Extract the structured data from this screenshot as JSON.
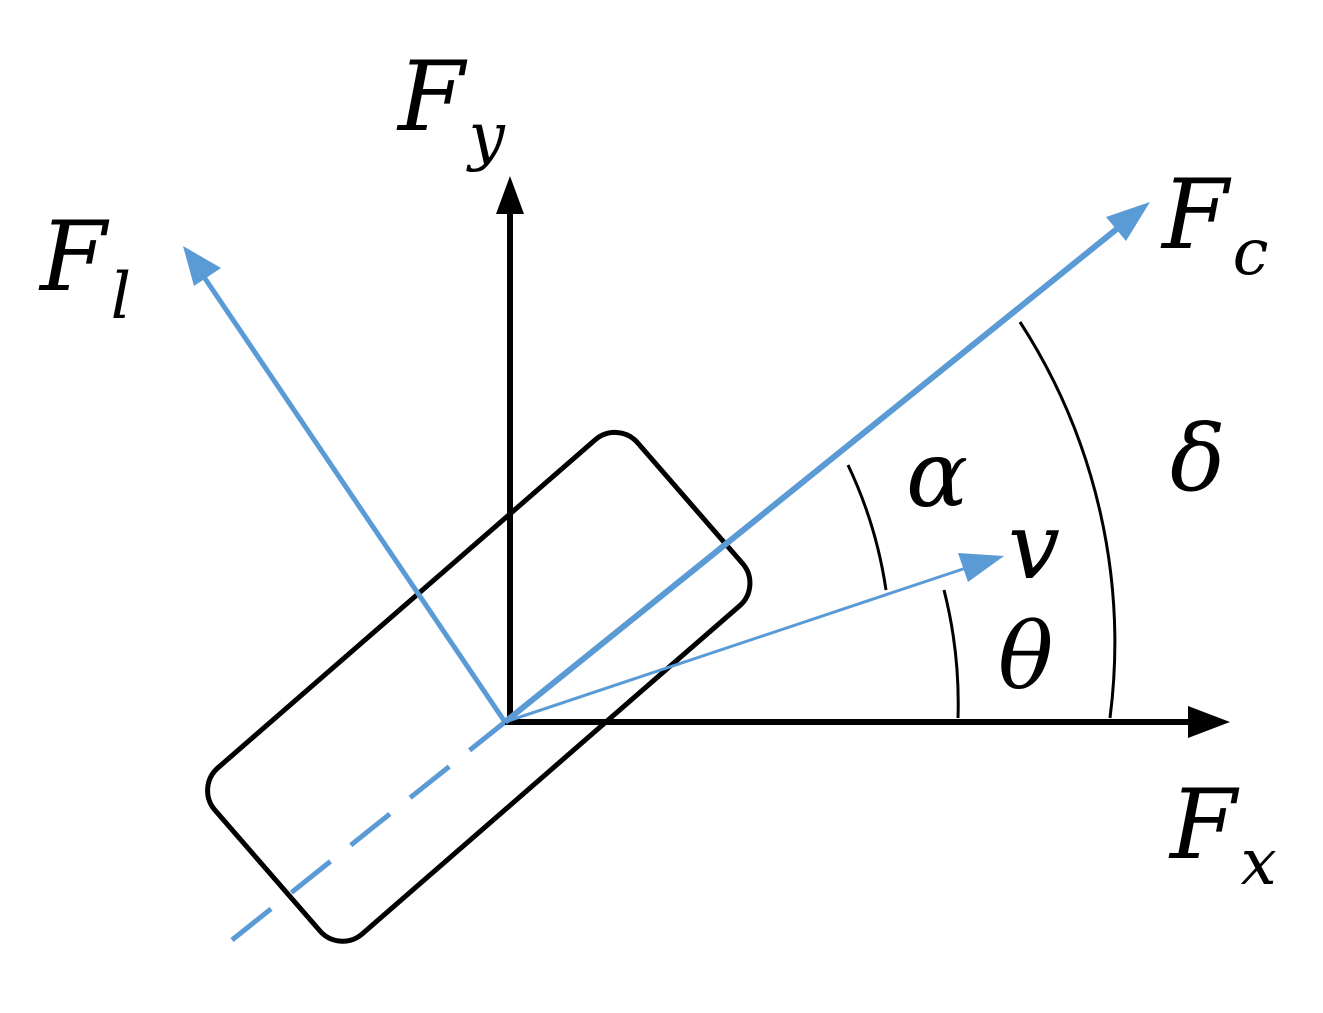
{
  "colors": {
    "accent": "#5b9bd5",
    "ink": "#000000",
    "background": "#ffffff"
  },
  "labels": {
    "fy": {
      "main": "F",
      "sub": "y"
    },
    "fx": {
      "main": "F",
      "sub": "x"
    },
    "fl": {
      "main": "F",
      "sub": "l"
    },
    "fc": {
      "main": "F",
      "sub": "c"
    },
    "alpha": "α",
    "delta": "δ",
    "theta": "θ",
    "v": "v"
  }
}
